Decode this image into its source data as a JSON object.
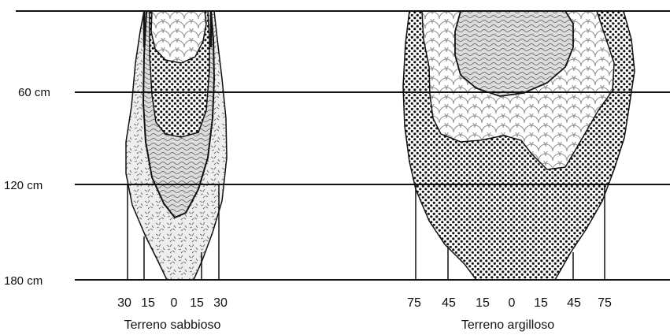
{
  "depth_labels": [
    "60 cm",
    "120 cm",
    "180 cm"
  ],
  "sandy": {
    "caption": "Terreno sabbioso",
    "ticks": [
      "30",
      "15",
      "0",
      "15",
      "30"
    ]
  },
  "clay": {
    "caption": "Terreno argilloso",
    "ticks": [
      "75",
      "45",
      "15",
      "0",
      "15",
      "45",
      "75"
    ]
  },
  "colors": {
    "ink": "#111111",
    "background": "#ffffff"
  }
}
